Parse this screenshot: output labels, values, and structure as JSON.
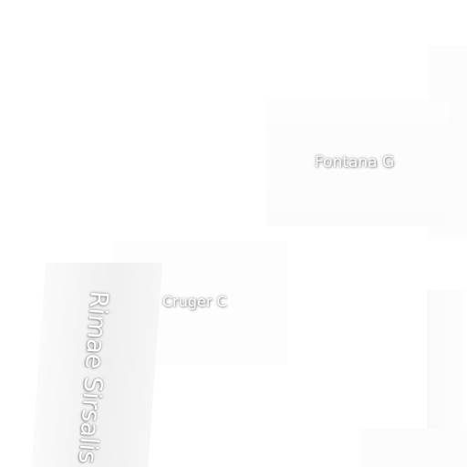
{
  "map": {
    "labels": {
      "fontana": "Fontana G",
      "cruger": "Cruger C",
      "rimae": "Rimae Sirsalis"
    }
  }
}
